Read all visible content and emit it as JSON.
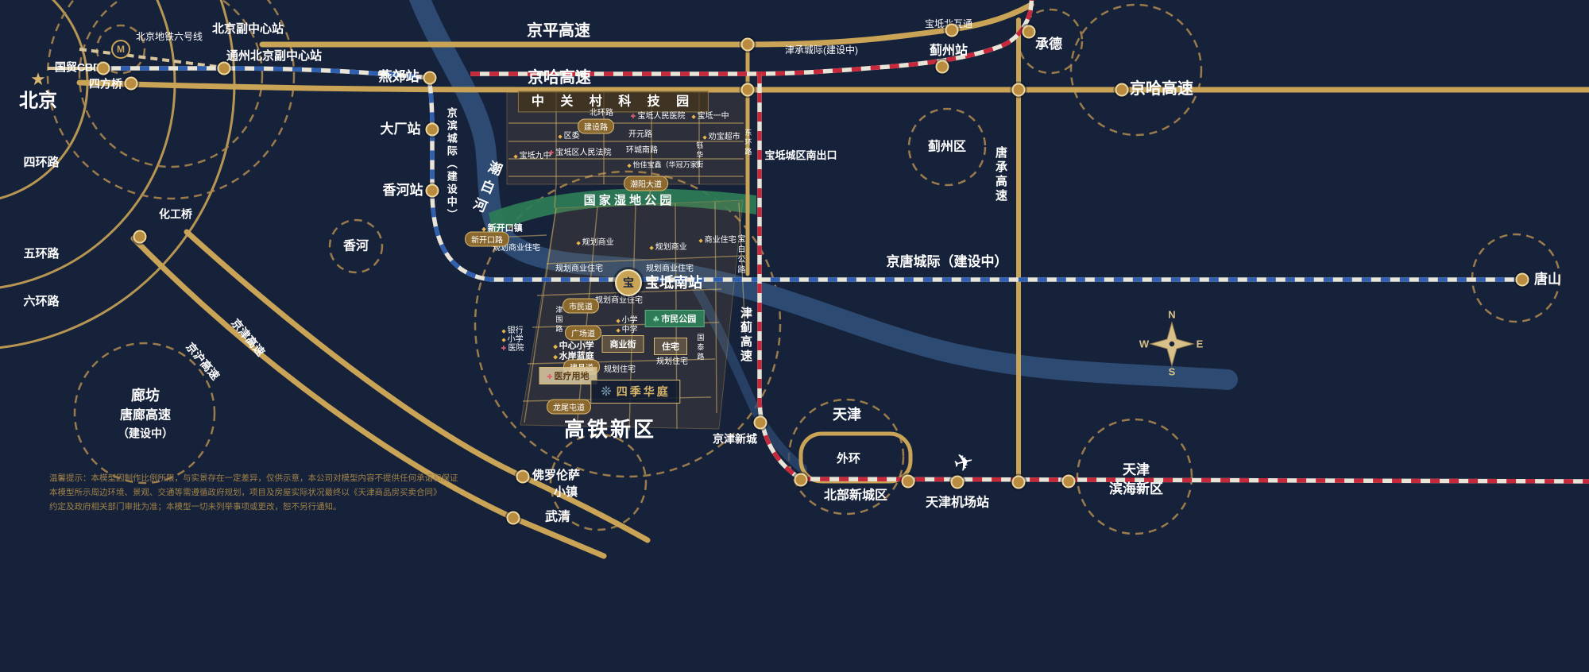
{
  "colors": {
    "background": "#16213a",
    "road_gold": "#c9a356",
    "dashed_circle": "#a8854f",
    "rail_red": "#c6293b",
    "rail_blue": "#2f5fae",
    "river": "#2c4a72",
    "wetland_green": "#2e7c57",
    "text": "#ffffff",
    "disclaimer_gold": "#a18347"
  },
  "icons": {
    "star": "★",
    "plane": "✈",
    "metro": "M",
    "station_glyph": "宝",
    "compass": {
      "n": "N",
      "e": "E",
      "s": "S",
      "w": "W"
    }
  },
  "labels": {
    "beijing": "北京",
    "guomao_cbd": "国贸CBD",
    "sifangqiao": "四方桥",
    "metro_line6": "北京地铁六号线",
    "bj_subcenter": "北京副中心站",
    "tongzhou_subcenter": "通州北京副中心站",
    "ring4": "四环路",
    "ring5": "五环路",
    "ring6": "六环路",
    "huagongqiao": "化工桥",
    "yanjiao": "燕郊站",
    "dachang": "大厂站",
    "xianghe_stn": "香河站",
    "jingbin": "京滨城际（建设中）",
    "xianghe": "香河",
    "jingping": "京平高速",
    "jingha_w": "京哈高速",
    "jingha_e": "京哈高速",
    "jincheng": "津承城际(建设中)",
    "jizhou_stn": "蓟州站",
    "baodi_hutong": "宝坻北互通",
    "chengde": "承德",
    "jizhou_dist": "蓟州区",
    "tangcheng": "唐承高速",
    "baodi_exit": "宝坻城区南出口",
    "jingtang": "京唐城际（建设中）",
    "tangshan": "唐山",
    "jinji": "津蓟高速",
    "jingjin_newtown": "京津新城",
    "tianjin": "天津",
    "waihuan": "外环",
    "north_newtown": "北部新城区",
    "tj_airport": "天津机场站",
    "binhai1": "天津",
    "binhai2": "滨海新区",
    "langfang": "廊坊",
    "tanglang1": "唐廊高速",
    "tanglang2": "（建设中）",
    "jinghu_expwy": "京沪高速",
    "jingjin_expwy": "京津高速",
    "florentia1": "佛罗伦萨",
    "florentia2": "小镇",
    "wuqing": "武清",
    "chaobaihe": "潮白河",
    "wetland": "国 家 湿 地 公 园",
    "zgc": "中 关 村 科 技 园",
    "hsr_district": "高铁新区",
    "baodi_south": "宝坻南站",
    "beihuan": "北环路",
    "baodi_hospital": "宝坻人民医院",
    "baodi_yizhong": "宝坻一中",
    "jianshe_rd": "建设路",
    "quwei": "区委",
    "kaiyuan_rd": "开元路",
    "huancheng_s": "环城南路",
    "baodi_9": "宝坻九中",
    "baodi_court": "宝坻区人民法院",
    "quanbao": "劝宝超市",
    "yijia": "怡佳宝鑫（华冠万家）",
    "yuhua_st": "钰华街",
    "donghuan": "东环路",
    "chaoyang_ave": "潮阳大道",
    "xinkaikou": "新开口镇",
    "xinkaikou_rd": "新开口路",
    "ghsyzz1": "规划商业住宅",
    "ghsy1": "规划商业",
    "ghsy2": "规划商业",
    "syzz": "商业住宅",
    "ghsyzz2": "规划商业住宅",
    "ghsyzz3": "规划商业住宅",
    "ghsyzz4": "规划商业住宅",
    "baobai": "宝白公路",
    "shimin_rd": "市民道",
    "jinwei_rd": "津围路",
    "primary": "小学",
    "middle": "中学",
    "citizen_park": "市民公园",
    "plaza_rd": "广场道",
    "bank": "银行",
    "school2": "小学",
    "hospital2": "医院",
    "central_primary": "中心小学",
    "shuian": "水岸蓝庭",
    "biz_street": "商业街",
    "residence": "住宅",
    "guotai_rd": "国泰路",
    "jianchang_rd": "建昌道",
    "medical": "医疗用地",
    "ghzz1": "规划住宅",
    "ghzz2": "规划住宅",
    "project": "四季华庭",
    "longwei_rd": "龙尾屯道"
  },
  "disclaimer": {
    "l1": "温馨提示：本模型因制作比例所限，与实景存在一定差异，仅供示意，本公司对模型内容不提供任何承诺和保证",
    "l2": "本模型所示周边环境、景观、交通等需遵循政府规划，项目及房屋实际状况最终以《天津商品房买卖合同》",
    "l3": "约定及政府相关部门审批为准；本模型一切未列举事项或更改，恕不另行通知。"
  }
}
